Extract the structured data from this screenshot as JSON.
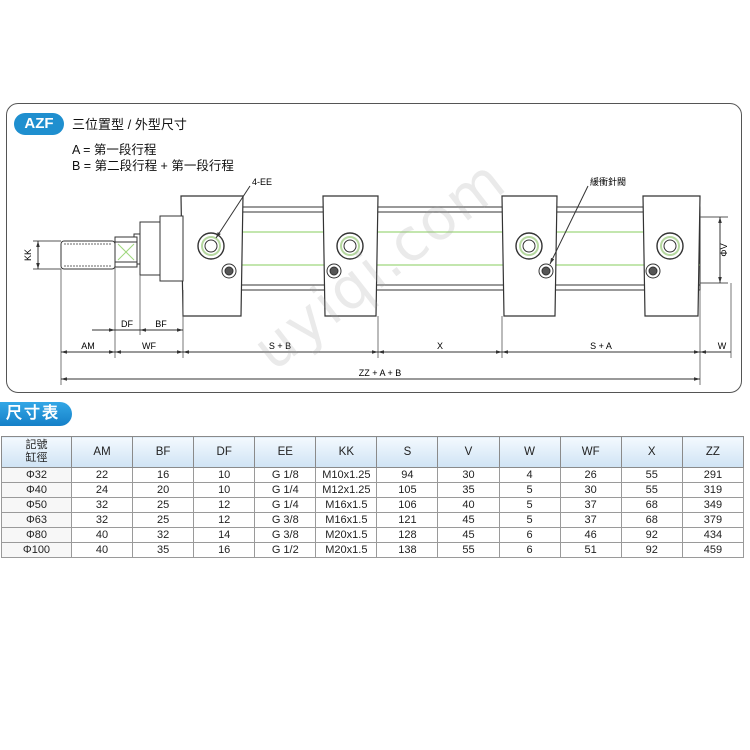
{
  "header": {
    "badge": "AZF",
    "title": "三位置型 / 外型尺寸",
    "note_a": "A = 第一段行程",
    "note_b": "B = 第二段行程 + 第一段行程"
  },
  "drawing": {
    "labels": {
      "ports": "4-EE",
      "cushion": "緩衝針閥",
      "kk": "KK",
      "phi_v": "ΦV",
      "df": "DF",
      "bf": "BF",
      "am": "AM",
      "wf": "WF",
      "s_b": "S + B",
      "x": "X",
      "s_a": "S + A",
      "w": "W",
      "total": "ZZ + A + B"
    }
  },
  "watermark": "uyiqi.com",
  "table": {
    "title": "尺寸表",
    "corner_top": "記號",
    "corner_bottom": "缸徑",
    "headers": [
      "AM",
      "BF",
      "DF",
      "EE",
      "KK",
      "S",
      "V",
      "W",
      "WF",
      "X",
      "ZZ"
    ],
    "rows": [
      {
        "bore": "Φ32",
        "cells": [
          "22",
          "16",
          "10",
          "G 1/8",
          "M10x1.25",
          "94",
          "30",
          "4",
          "26",
          "55",
          "291"
        ]
      },
      {
        "bore": "Φ40",
        "cells": [
          "24",
          "20",
          "10",
          "G 1/4",
          "M12x1.25",
          "105",
          "35",
          "5",
          "30",
          "55",
          "319"
        ]
      },
      {
        "bore": "Φ50",
        "cells": [
          "32",
          "25",
          "12",
          "G 1/4",
          "M16x1.5",
          "106",
          "40",
          "5",
          "37",
          "68",
          "349"
        ]
      },
      {
        "bore": "Φ63",
        "cells": [
          "32",
          "25",
          "12",
          "G 3/8",
          "M16x1.5",
          "121",
          "45",
          "5",
          "37",
          "68",
          "379"
        ]
      },
      {
        "bore": "Φ80",
        "cells": [
          "40",
          "32",
          "14",
          "G 3/8",
          "M20x1.5",
          "128",
          "45",
          "6",
          "46",
          "92",
          "434"
        ]
      },
      {
        "bore": "Φ100",
        "cells": [
          "40",
          "35",
          "16",
          "G 1/2",
          "M20x1.5",
          "138",
          "55",
          "6",
          "51",
          "92",
          "459"
        ]
      }
    ]
  }
}
